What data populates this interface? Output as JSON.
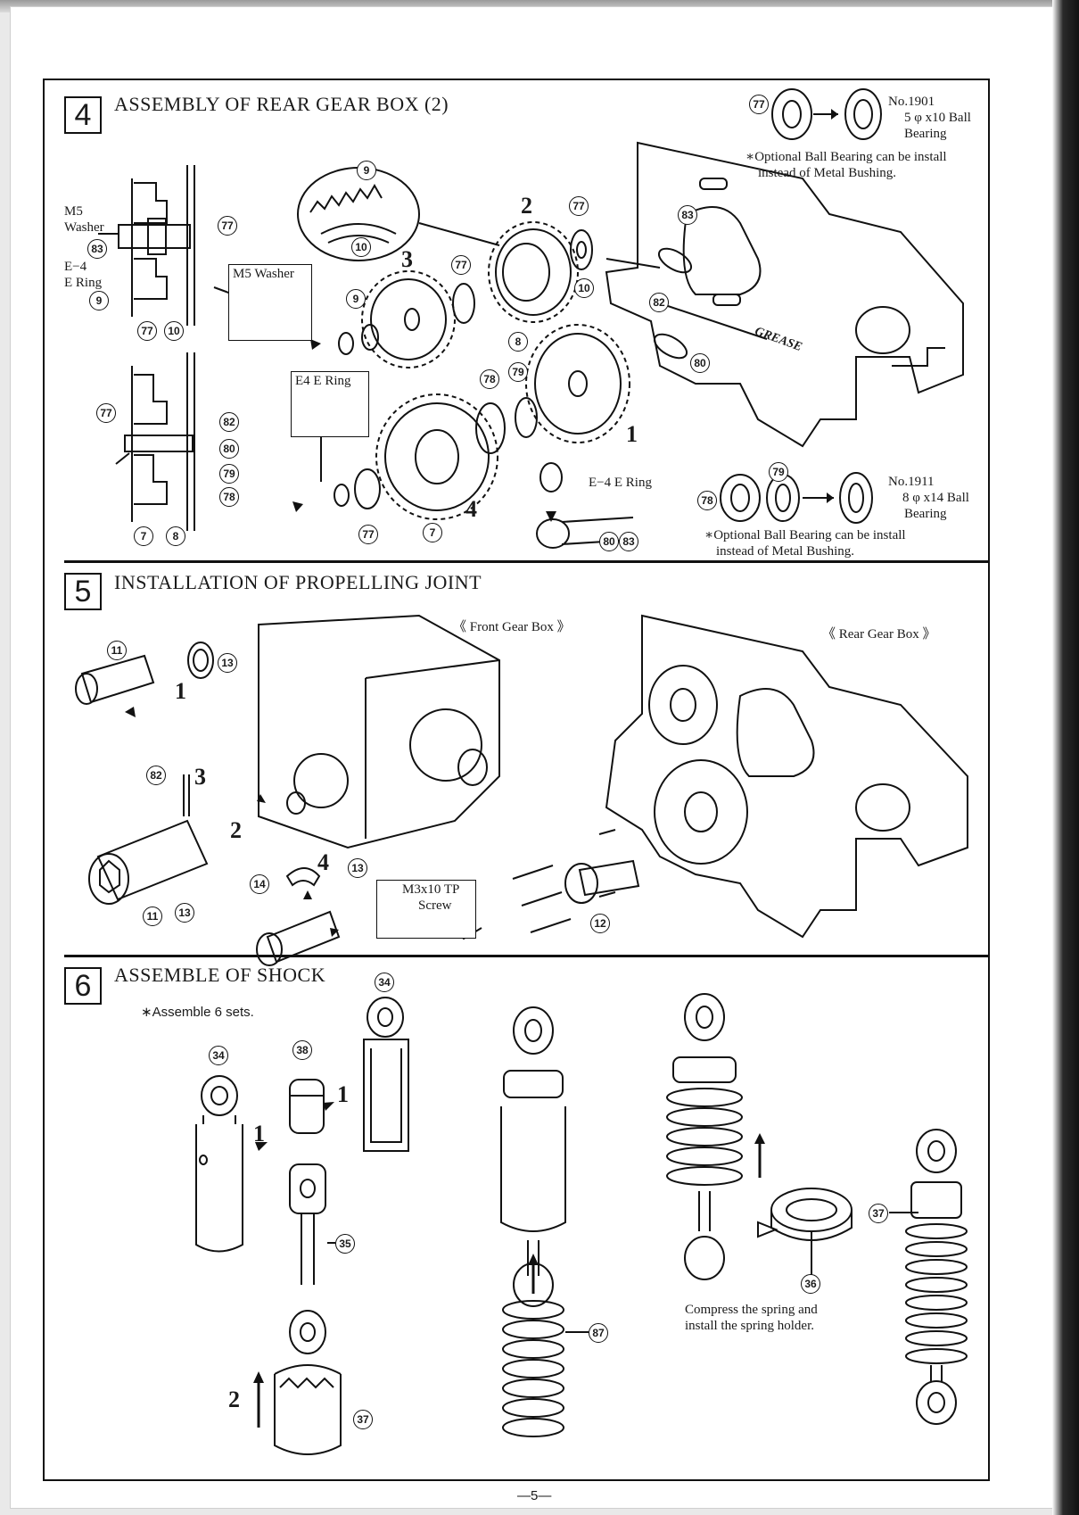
{
  "page_number": "—5—",
  "sections": {
    "s4": {
      "number": "4",
      "title": "ASSEMBLY OF REAR GEAR BOX (2)",
      "m5_label_1": "M5",
      "m5_label_2": "Washer",
      "ering_label_1": "E−4",
      "ering_label_2": "E Ring",
      "m5_washer_box": "M5 Washer",
      "e4_ering_box": "E4 E Ring",
      "ering_callout": "E−4 E Ring",
      "grease_label": "GREASE",
      "bearing1_no": "No.1901",
      "bearing1_size": "5 φ x10 Ball",
      "bearing1_type": "Bearing",
      "bearing1_note_1": "∗Optional Ball Bearing can be install",
      "bearing1_note_2": "instead of Metal Bushing.",
      "bearing2_no": "No.1911",
      "bearing2_size": "8 φ x14 Ball",
      "bearing2_type": "Bearing",
      "bearing2_note_1": "∗Optional Ball Bearing can be install",
      "bearing2_note_2": "instead of Metal Bushing.",
      "parts": {
        "p77": "77",
        "p83": "83",
        "p9": "9",
        "p10": "10",
        "p82": "82",
        "p80": "80",
        "p79": "79",
        "p78": "78",
        "p7": "7",
        "p8": "8"
      },
      "steps": {
        "st1": "1",
        "st2": "2",
        "st3": "3",
        "st4": "4"
      }
    },
    "s5": {
      "number": "5",
      "title": "INSTALLATION OF PROPELLING JOINT",
      "front_label": "《 Front Gear Box 》",
      "rear_label": "《 Rear Gear Box 》",
      "screw_box_1": "M3x10 TP",
      "screw_box_2": "Screw",
      "parts": {
        "p11": "11",
        "p13": "13",
        "p82": "82",
        "p14": "14",
        "p12": "12"
      },
      "steps": {
        "st1": "1",
        "st2": "2",
        "st3": "3",
        "st4": "4"
      }
    },
    "s6": {
      "number": "6",
      "title": "ASSEMBLE OF SHOCK",
      "assemble_note": "∗Assemble 6 sets.",
      "compress_note_1": "Compress the spring and",
      "compress_note_2": "install the spring holder.",
      "parts": {
        "p34": "34",
        "p38": "38",
        "p35": "35",
        "p37": "37",
        "p87": "87",
        "p36": "36"
      },
      "steps": {
        "st1": "1",
        "st2": "2"
      }
    }
  }
}
